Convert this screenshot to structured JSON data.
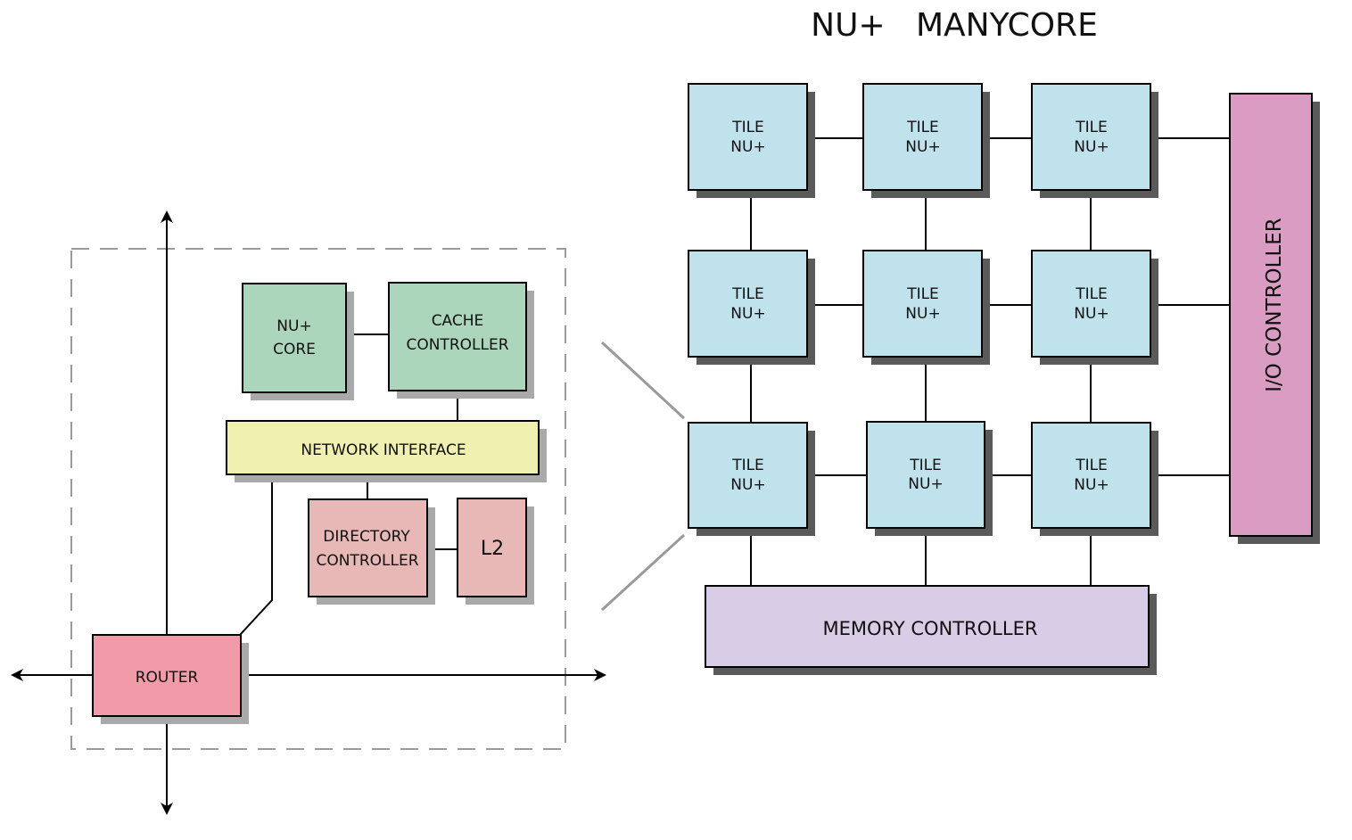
{
  "title": "NU+   MANYCORE",
  "colors": {
    "tile": "#bfe2ec",
    "core": "#abd6bb",
    "network_interface": "#f0f0b0",
    "directory": "#e8b8b6",
    "router": "#f29ba8",
    "memory_controller": "#d8cce6",
    "io_controller": "#db9cc4",
    "shadow_dark": "#5a5a5a",
    "shadow_light": "#a9a9a9",
    "dashed_border": "#9a9a9a"
  },
  "tile_detail": {
    "core": [
      "NU+",
      "CORE"
    ],
    "cache_controller": [
      "CACHE",
      "CONTROLLER"
    ],
    "network_interface": "NETWORK INTERFACE",
    "directory_controller": [
      "DIRECTORY",
      "CONTROLLER"
    ],
    "l2": "L2",
    "router": "ROUTER"
  },
  "mesh": {
    "tiles": [
      [
        "TILE",
        "NU+"
      ],
      [
        "TILE",
        "NU+"
      ],
      [
        "TILE",
        "NU+"
      ],
      [
        "TILE",
        "NU+"
      ],
      [
        "TILE",
        "NU+"
      ],
      [
        "TILE",
        "NU+"
      ],
      [
        "TILE",
        "NU+"
      ],
      [
        "TILE",
        "NU+"
      ],
      [
        "TILE",
        "NU+"
      ]
    ],
    "memory_controller": "MEMORY CONTROLLER",
    "io_controller": "I/O CONTROLLER"
  }
}
